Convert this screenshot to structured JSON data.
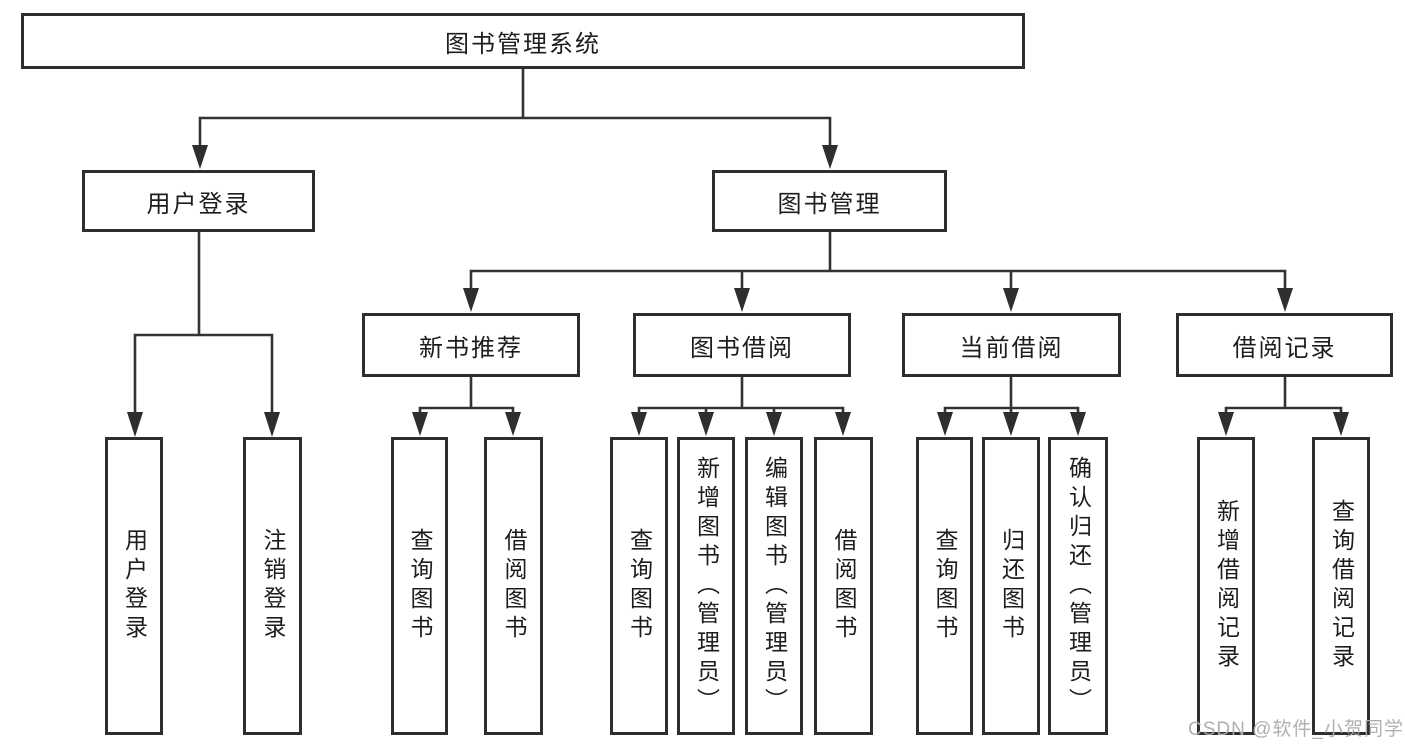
{
  "tree": {
    "label": "图书管理系统",
    "children": [
      {
        "label": "用户登录",
        "children": [
          {
            "label": "用户登录"
          },
          {
            "label": "注销登录"
          }
        ]
      },
      {
        "label": "图书管理",
        "children": [
          {
            "label": "新书推荐",
            "children": [
              {
                "label": "查询图书"
              },
              {
                "label": "借阅图书"
              }
            ]
          },
          {
            "label": "图书借阅",
            "children": [
              {
                "label": "查询图书"
              },
              {
                "label": "新增图书（管理员）"
              },
              {
                "label": "编辑图书（管理员）"
              },
              {
                "label": "借阅图书"
              }
            ]
          },
          {
            "label": "当前借阅",
            "children": [
              {
                "label": "查询图书"
              },
              {
                "label": "归还图书"
              },
              {
                "label": "确认归还（管理员）"
              }
            ]
          },
          {
            "label": "借阅记录",
            "children": [
              {
                "label": "新增借阅记录"
              },
              {
                "label": "查询借阅记录"
              }
            ]
          }
        ]
      }
    ]
  },
  "watermark": "CSDN @软件_小贺同学",
  "colors": {
    "line": "#333333",
    "border": "#2e2e2e",
    "text": "#1d1d1f",
    "watermark": "#b0aaac"
  }
}
